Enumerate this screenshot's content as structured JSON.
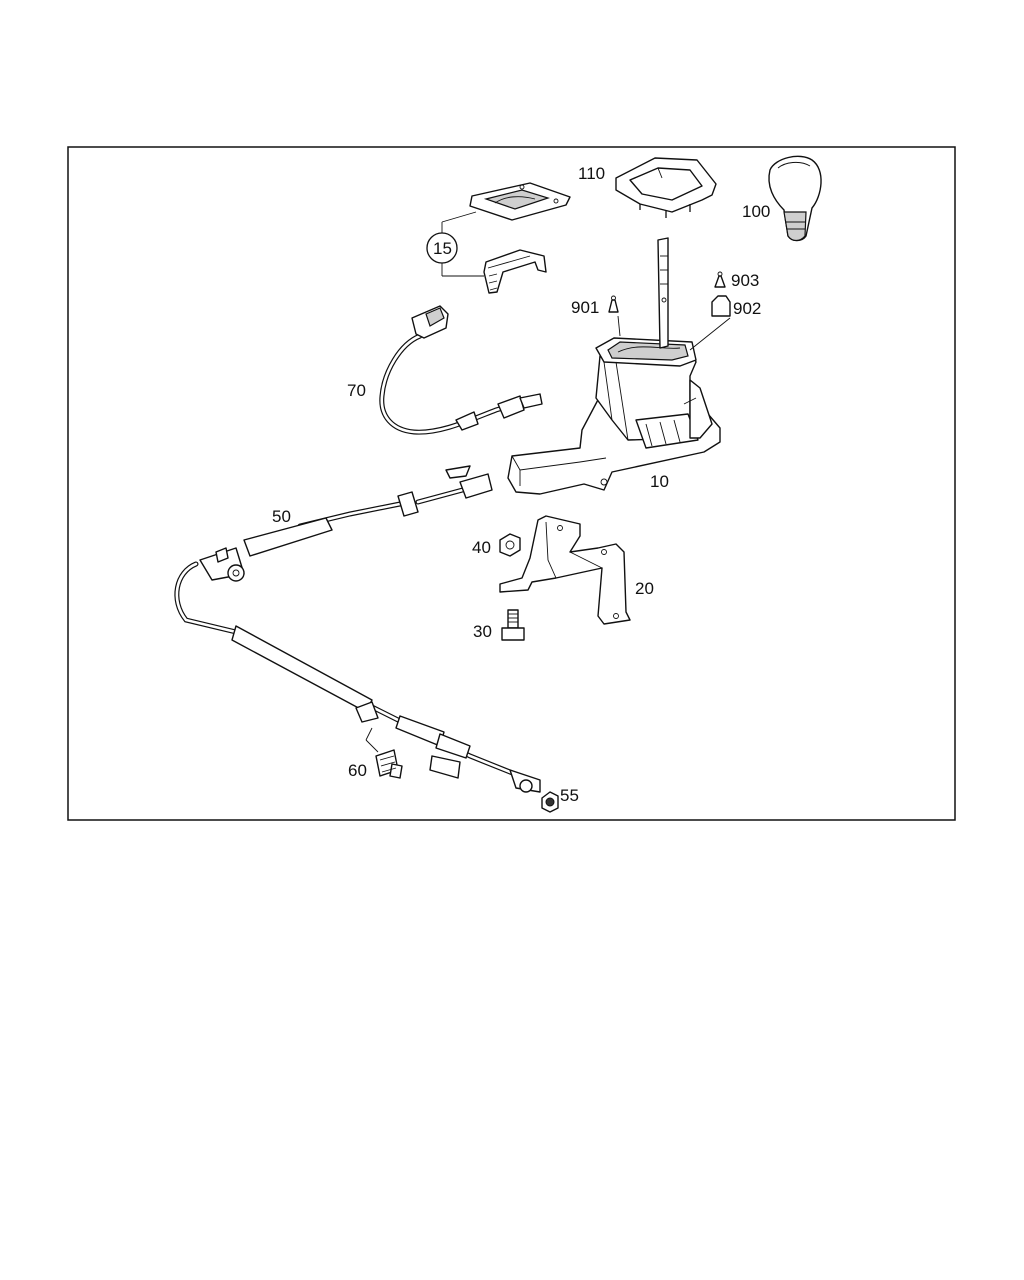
{
  "callouts": [
    {
      "id": "c110",
      "text": "110"
    },
    {
      "id": "c100",
      "text": "100"
    },
    {
      "id": "c15",
      "text": "15"
    },
    {
      "id": "c903",
      "text": "903"
    },
    {
      "id": "c902",
      "text": "902"
    },
    {
      "id": "c901",
      "text": "901"
    },
    {
      "id": "c70",
      "text": "70"
    },
    {
      "id": "c10",
      "text": "10"
    },
    {
      "id": "c50",
      "text": "50"
    },
    {
      "id": "c40",
      "text": "40"
    },
    {
      "id": "c20",
      "text": "20"
    },
    {
      "id": "c30",
      "text": "30"
    },
    {
      "id": "c60",
      "text": "60"
    },
    {
      "id": "c55",
      "text": "55"
    }
  ]
}
